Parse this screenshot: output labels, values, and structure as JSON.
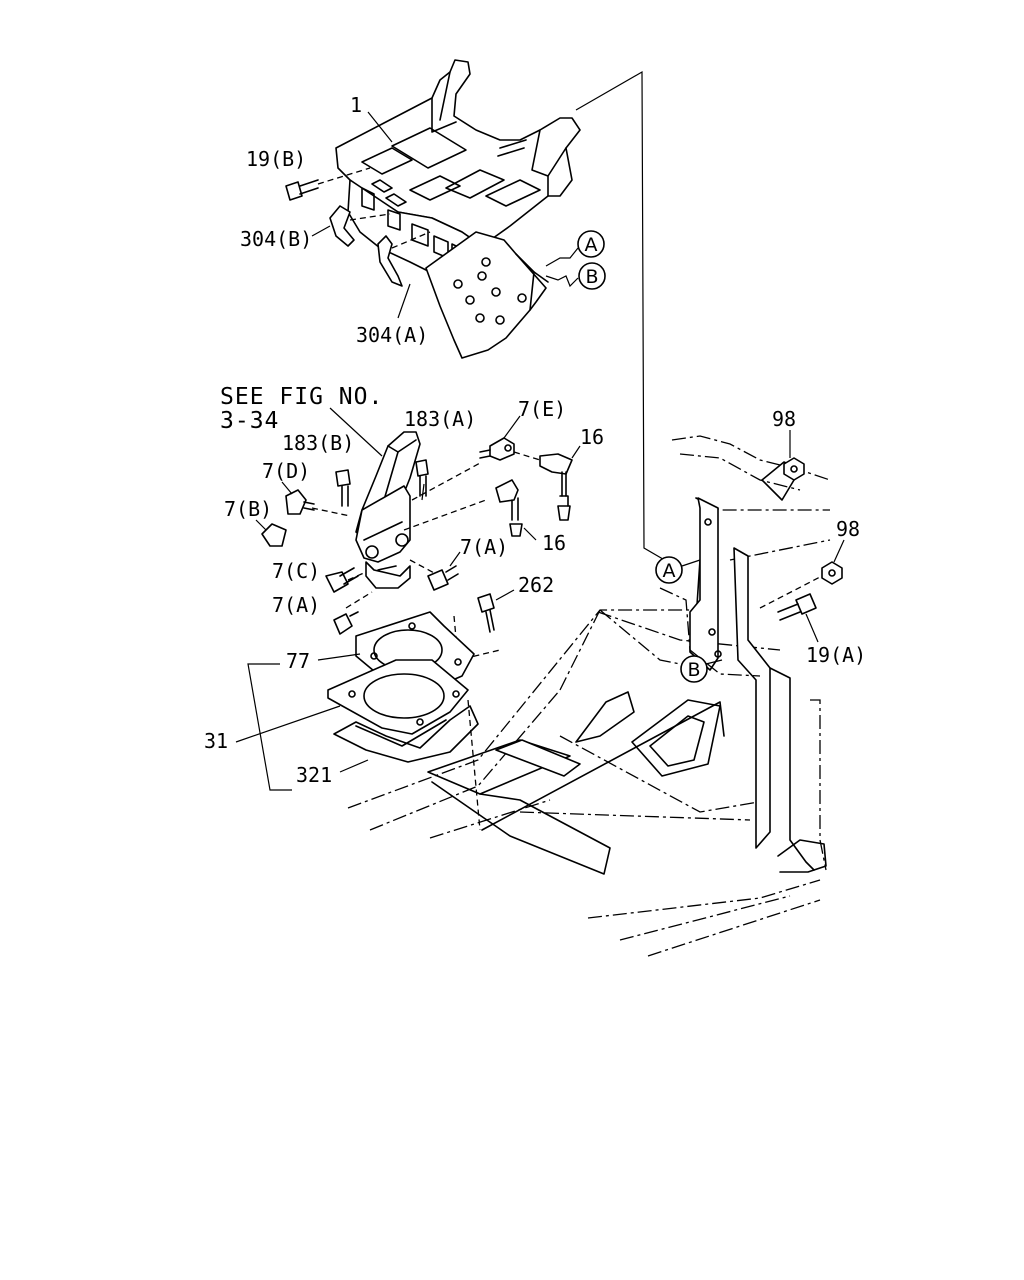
{
  "reference": {
    "line1": "SEE FIG NO.",
    "line2": "3-34"
  },
  "callouts": {
    "p1": "1",
    "p19b": "19(B)",
    "p304b": "304(B)",
    "p304a": "304(A)",
    "p183a": "183(A)",
    "p183b": "183(B)",
    "p7e": "7(E)",
    "p16_top": "16",
    "p16_bottom": "16",
    "p7d": "7(D)",
    "p7b": "7(B)",
    "p7c": "7(C)",
    "p7a_mid": "7(A)",
    "p7a_low": "7(A)",
    "p262": "262",
    "p77": "77",
    "p31": "31",
    "p321": "321",
    "p98_top": "98",
    "p98_low": "98",
    "p19a": "19(A)"
  },
  "connectors": {
    "a_upper": "A",
    "b_upper": "B",
    "a_lower": "A",
    "b_lower": "B"
  }
}
